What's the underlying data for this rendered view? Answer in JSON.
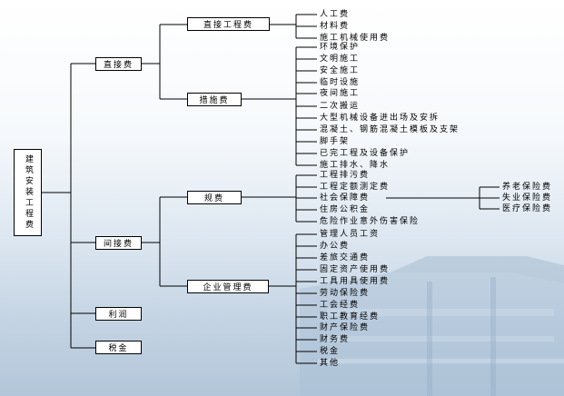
{
  "root": {
    "label": "建筑安装工程费"
  },
  "level1": [
    {
      "label": "直接费"
    },
    {
      "label": "间接费"
    },
    {
      "label": "利润"
    },
    {
      "label": "税金"
    }
  ],
  "level2": [
    {
      "label": "直接工程费"
    },
    {
      "label": "措施费"
    },
    {
      "label": "规费"
    },
    {
      "label": "企业管理费"
    }
  ],
  "direct_engineering_items": [
    "人工费",
    "材料费",
    "施工机械使用费"
  ],
  "measure_items": [
    "环境保护",
    "文明施工",
    "安全施工",
    "临时设施",
    "夜间施工",
    "二次搬运",
    "大型机械设备进出场及安拆",
    "混凝土、钢筋混凝土模板及支架",
    "脚手架",
    "已完工程及设备保护",
    "施工排水、降水"
  ],
  "fee_items": [
    "工程排污费",
    "工程定额测定费",
    "社会保障费",
    "住房公积金",
    "危险作业意外伤害保险"
  ],
  "social_security_items": [
    "养老保险费",
    "失业保险费",
    "医疗保险费"
  ],
  "management_items": [
    "管理人员工资",
    "办公费",
    "差旅交通费",
    "固定资产使用费",
    "工具用具使用费",
    "劳动保险费",
    "工会经费",
    "职工教育经费",
    "财产保险费",
    "财务费",
    "税金",
    "其他"
  ]
}
